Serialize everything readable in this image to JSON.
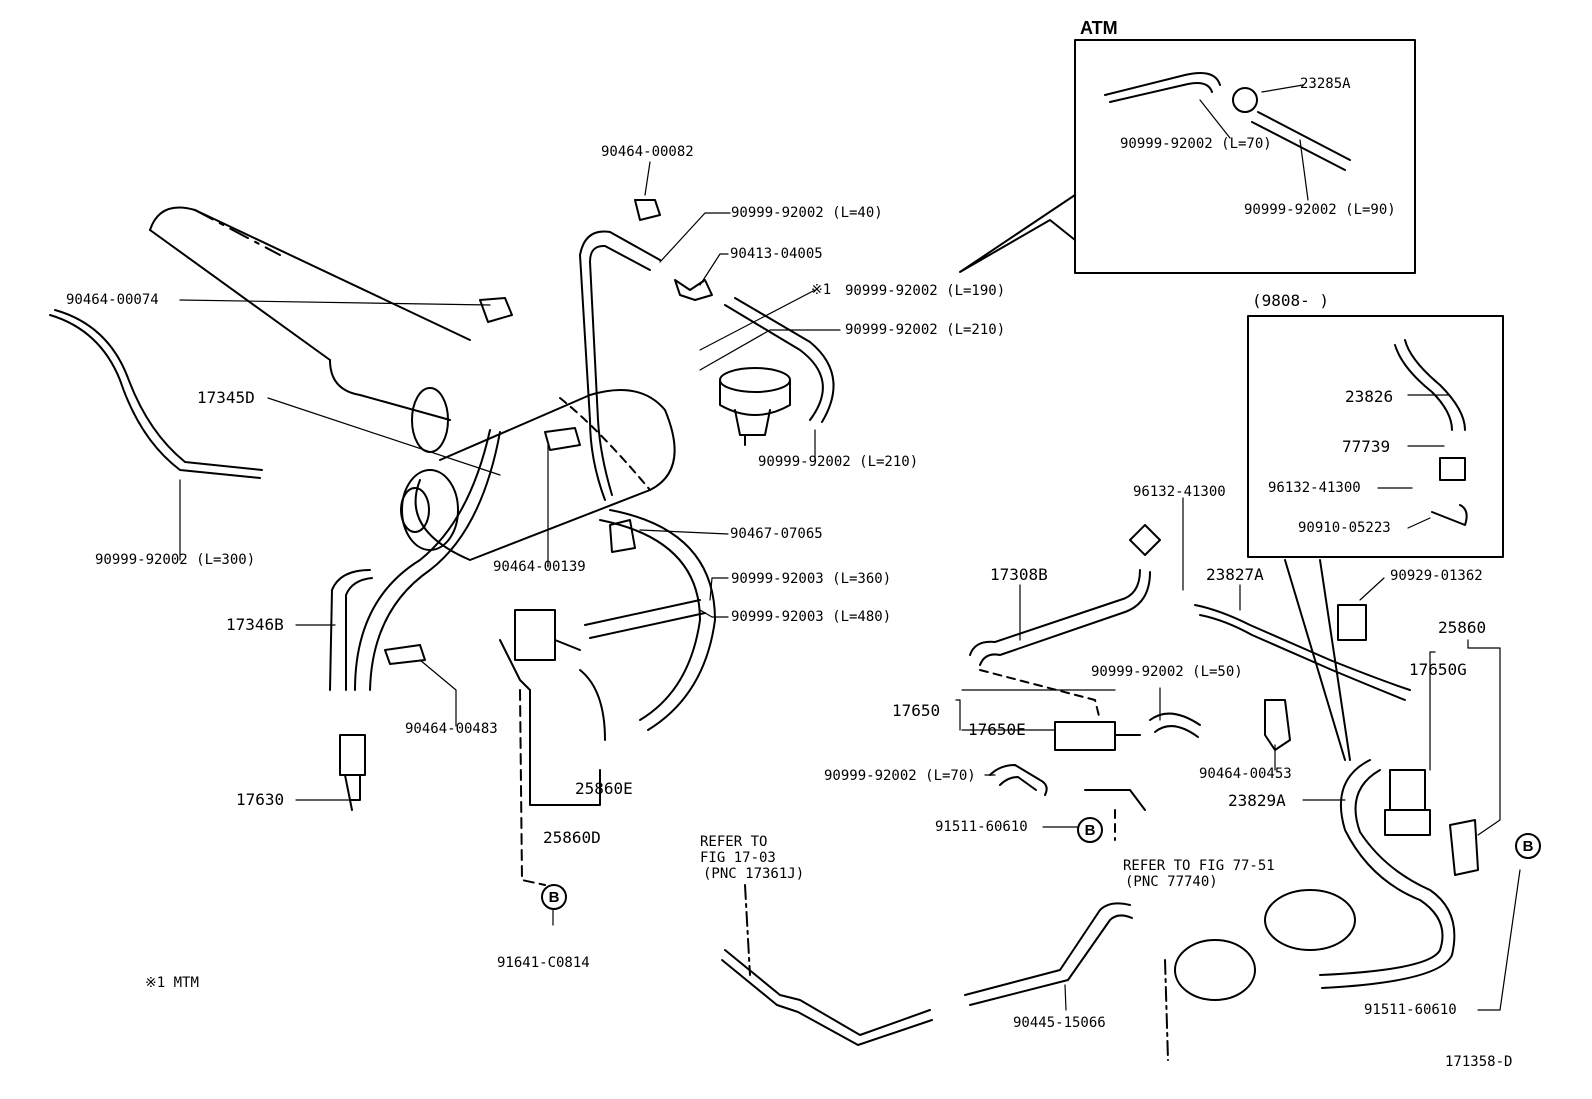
{
  "diagram": {
    "figure_code": "171358-D",
    "footnote": "※1  MTM",
    "atm_box": {
      "title": "ATM",
      "labels": [
        "23285A",
        "90999-92002 (L=70)",
        "90999-92002 (L=90)"
      ]
    },
    "box_9808": {
      "title": "(9808-        )",
      "labels": [
        "23826",
        "77739",
        "96132-41300",
        "90910-05223"
      ]
    },
    "callouts": {
      "p90464_00082": "90464-00082",
      "p90999_l40": "90999-92002 (L=40)",
      "p90413_04005": "90413-04005",
      "mark1": "※1",
      "p90999_l190": "90999-92002 (L=190)",
      "p90999_l210a": "90999-92002 (L=210)",
      "p90464_00074": "90464-00074",
      "p17345D": "17345D",
      "p90999_l210b": "90999-92002 (L=210)",
      "p90999_l300": "90999-92002 (L=300)",
      "p90467_07065": "90467-07065",
      "p90464_00139": "90464-00139",
      "p90999_92003_l360": "90999-92003 (L=360)",
      "p90999_92003_l480": "90999-92003 (L=480)",
      "p17346B": "17346B",
      "p90464_00483": "90464-00483",
      "p17630": "17630",
      "p25860E": "25860E",
      "p25860D": "25860D",
      "p91641_C0814": "91641-C0814",
      "p96132_41300": "96132-41300",
      "p17308B": "17308B",
      "p23827A": "23827A",
      "p90929_01362": "90929-01362",
      "p25860": "25860",
      "p17650G": "17650G",
      "p90999_l50": "90999-92002 (L=50)",
      "p17650": "17650",
      "p17650E": "17650E",
      "p90464_00453": "90464-00453",
      "p90999_l70": "90999-92002 (L=70)",
      "p23829A": "23829A",
      "p91511_60610a": "91511-60610",
      "p91511_60610b": "91511-60610",
      "p90445_15066": "90445-15066",
      "refer_1703": [
        "REFER TO",
        "FIG 17-03",
        "(PNC 17361J)"
      ],
      "refer_7751": [
        "REFER TO FIG 77-51",
        "(PNC 77740)"
      ],
      "ref_mark": "B"
    }
  }
}
